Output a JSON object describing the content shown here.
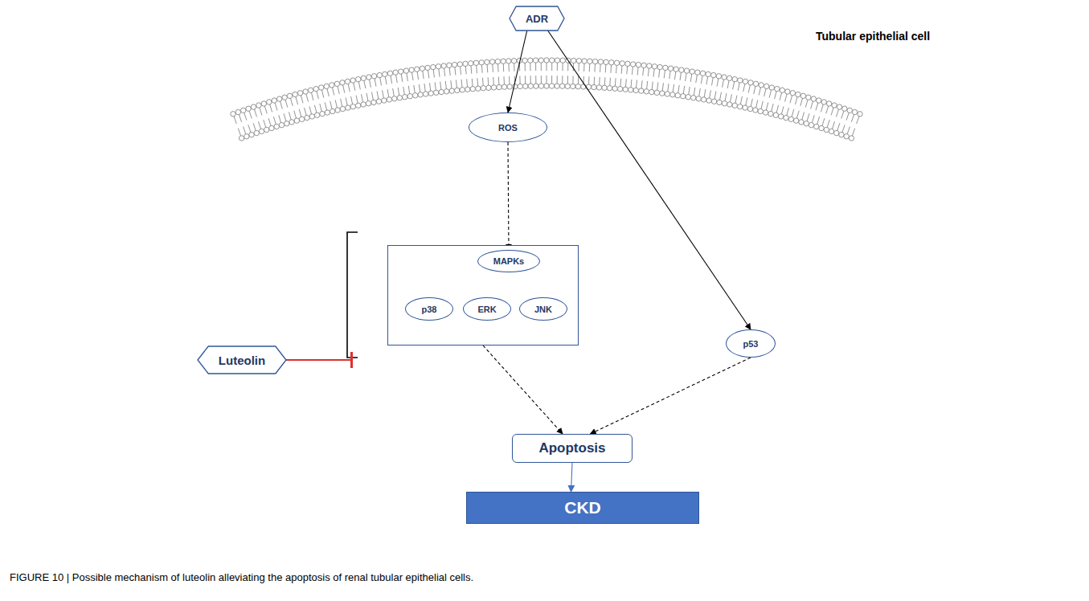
{
  "diagram": {
    "caption": "FIGURE 10 | Possible mechanism of luteolin alleviating the apoptosis of renal tubular epithelial cells.",
    "nodes": [
      {
        "text": [
          "ADR"
        ]
      },
      {
        "text": [
          "ROS"
        ]
      },
      {
        "text": []
      },
      {
        "text": [
          "MAPKs"
        ],
        "in": 2
      },
      {
        "text": [
          "p38"
        ],
        "in": 2
      },
      {
        "text": [
          "ERK"
        ],
        "in": 2
      },
      {
        "text": [
          "JNK"
        ],
        "in": 2
      },
      {
        "text": [
          "Luteolin"
        ]
      },
      {
        "text": [
          "p53"
        ]
      },
      {
        "text": [
          "Apoptosis"
        ]
      },
      {
        "text": [
          "CKD"
        ]
      }
    ],
    "edges": [
      {
        "from": 0,
        "to": 1,
        "arrow": "to"
      },
      {
        "from": 0,
        "to": 8,
        "arrow": "to"
      },
      {
        "from": 1,
        "to": 3,
        "arrow": "to"
      },
      {
        "from": 2,
        "to": 9,
        "arrow": "to"
      },
      {
        "from": 8,
        "to": 9,
        "arrow": "to"
      },
      {
        "from": 9,
        "to": 10,
        "arrow": "to"
      },
      {
        "from": 7,
        "to": 2,
        "arrow": "to"
      }
    ],
    "labels": [
      "Tubular epithelial cell"
    ]
  }
}
